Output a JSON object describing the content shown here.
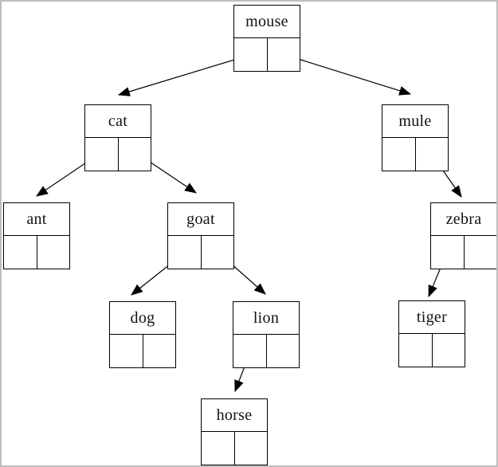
{
  "diagram": {
    "type": "binary-tree",
    "node_style": "record box with label cell over left/right pointer cells",
    "root": "mouse"
  },
  "colors": {
    "background": "#ffffff",
    "box_border": "#000000",
    "arrow": "#000000",
    "page_border": "#bdbdbd"
  },
  "nodes": [
    {
      "id": "mouse",
      "label": "mouse"
    },
    {
      "id": "cat",
      "label": "cat"
    },
    {
      "id": "mule",
      "label": "mule"
    },
    {
      "id": "ant",
      "label": "ant"
    },
    {
      "id": "goat",
      "label": "goat"
    },
    {
      "id": "zebra",
      "label": "zebra"
    },
    {
      "id": "dog",
      "label": "dog"
    },
    {
      "id": "lion",
      "label": "lion"
    },
    {
      "id": "tiger",
      "label": "tiger"
    },
    {
      "id": "horse",
      "label": "horse"
    }
  ],
  "edges": [
    {
      "from": "mouse",
      "pointer": "left",
      "to": "cat"
    },
    {
      "from": "mouse",
      "pointer": "right",
      "to": "mule"
    },
    {
      "from": "cat",
      "pointer": "left",
      "to": "ant"
    },
    {
      "from": "cat",
      "pointer": "right",
      "to": "goat"
    },
    {
      "from": "mule",
      "pointer": "right",
      "to": "zebra"
    },
    {
      "from": "goat",
      "pointer": "left",
      "to": "dog"
    },
    {
      "from": "goat",
      "pointer": "right",
      "to": "lion"
    },
    {
      "from": "zebra",
      "pointer": "left",
      "to": "tiger"
    },
    {
      "from": "lion",
      "pointer": "left",
      "to": "horse"
    }
  ]
}
